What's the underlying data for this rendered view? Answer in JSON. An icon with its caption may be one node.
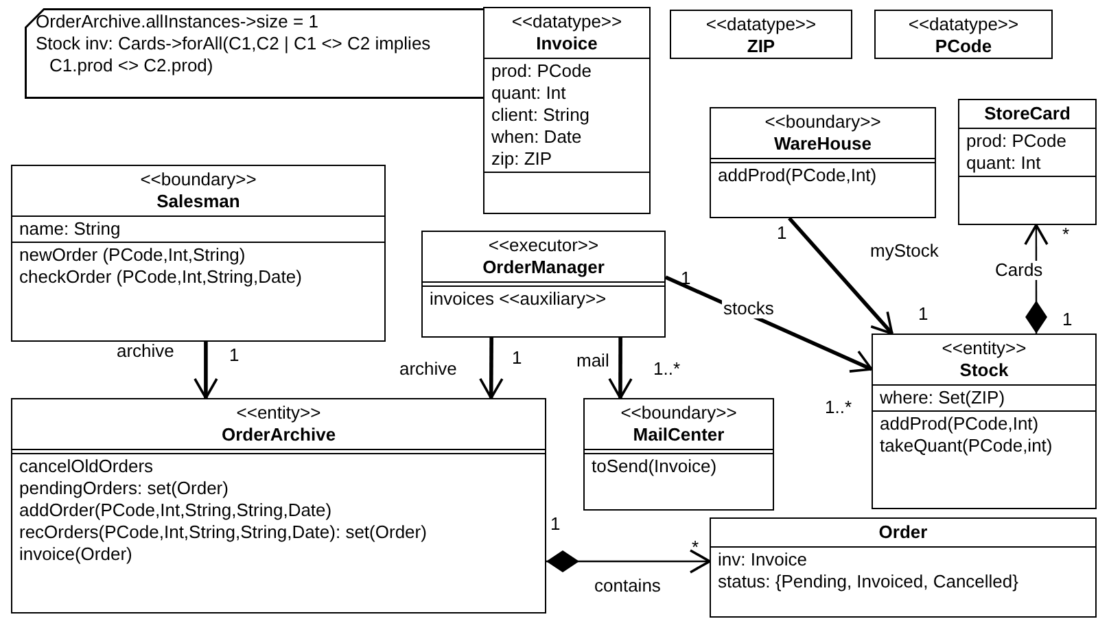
{
  "diagram": {
    "nodes": [
      {
        "text": [
          "OrderArchive.allInstances->size = 1",
          "Stock inv: Cards->forAll(C1,C2 | C1 <> C2 implies C1.prod <> C2.prod)"
        ]
      },
      {
        "text": [
          "<<datatype>>",
          "Invoice",
          "prod: PCode",
          "quant: Int",
          "client: String",
          "when: Date",
          "zip: ZIP"
        ]
      },
      {
        "text": [
          "<<datatype>>",
          "ZIP"
        ]
      },
      {
        "text": [
          "<<datatype>>",
          "PCode"
        ]
      },
      {
        "text": [
          "<<boundary>>",
          "Salesman",
          "name: String",
          "newOrder (PCode,Int,String)",
          "checkOrder (PCode,Int,String,Date)"
        ]
      },
      {
        "text": [
          "<<boundary>>",
          "WareHouse",
          "addProd(PCode,Int)"
        ]
      },
      {
        "text": [
          "StoreCard",
          "prod: PCode",
          "quant: Int"
        ]
      },
      {
        "text": [
          "<<executor>>",
          "OrderManager",
          "invoices <<auxiliary>>"
        ]
      },
      {
        "text": [
          "<<entity>>",
          "OrderArchive",
          "cancelOldOrders",
          "pendingOrders: set(Order)",
          "addOrder(PCode,Int,String,String,Date)",
          "recOrders(PCode,Int,String,String,Date): set(Order)",
          "invoice(Order)"
        ]
      },
      {
        "text": [
          "<<boundary>>",
          "MailCenter",
          "toSend(Invoice)"
        ]
      },
      {
        "text": [
          "<<entity>>",
          "Stock",
          "where: Set(ZIP)",
          "addProd(PCode,Int)",
          "takeQuant(PCode,int)"
        ]
      },
      {
        "text": [
          "Order",
          "inv: Invoice",
          "status: {Pending, Invoiced, Cancelled}"
        ]
      }
    ],
    "edges": [
      {
        "from": 4,
        "to": 8,
        "arrow": "to",
        "label": "archive"
      },
      {
        "from": 7,
        "to": 8,
        "arrow": "to",
        "label": "archive"
      },
      {
        "from": 7,
        "to": 9,
        "arrow": "to",
        "label": "mail"
      },
      {
        "from": 7,
        "to": 10,
        "arrow": "to",
        "label": "stocks"
      },
      {
        "from": 5,
        "to": 10,
        "arrow": "to",
        "label": "myStock"
      },
      {
        "from": 10,
        "to": 6,
        "arrow": "to",
        "label": "Cards"
      },
      {
        "from": 8,
        "to": 11,
        "arrow": "to",
        "label": "contains"
      }
    ],
    "labels": [
      "1",
      "*",
      "1",
      "1",
      "1",
      "1",
      "1",
      "1..*",
      "1..*",
      "1",
      "*"
    ]
  }
}
